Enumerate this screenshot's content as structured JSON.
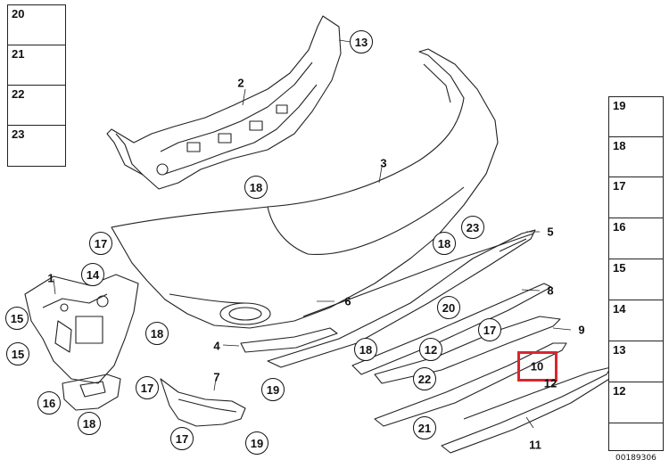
{
  "diagram": {
    "part_callouts": [
      "20",
      "21",
      "22",
      "23",
      "13",
      "2",
      "3",
      "18",
      "17",
      "23",
      "5",
      "1",
      "14",
      "8",
      "6",
      "20",
      "17",
      "12",
      "9",
      "18",
      "15",
      "4",
      "18",
      "10",
      "17",
      "7",
      "19",
      "22",
      "12",
      "16",
      "18",
      "17",
      "19",
      "21",
      "11"
    ],
    "highlighted": "10",
    "left_legend": [
      "20",
      "21",
      "22",
      "23"
    ],
    "right_legend": [
      "19",
      "18",
      "17",
      "16",
      "15",
      "14",
      "13",
      "12"
    ],
    "doc_id": "00189306"
  }
}
